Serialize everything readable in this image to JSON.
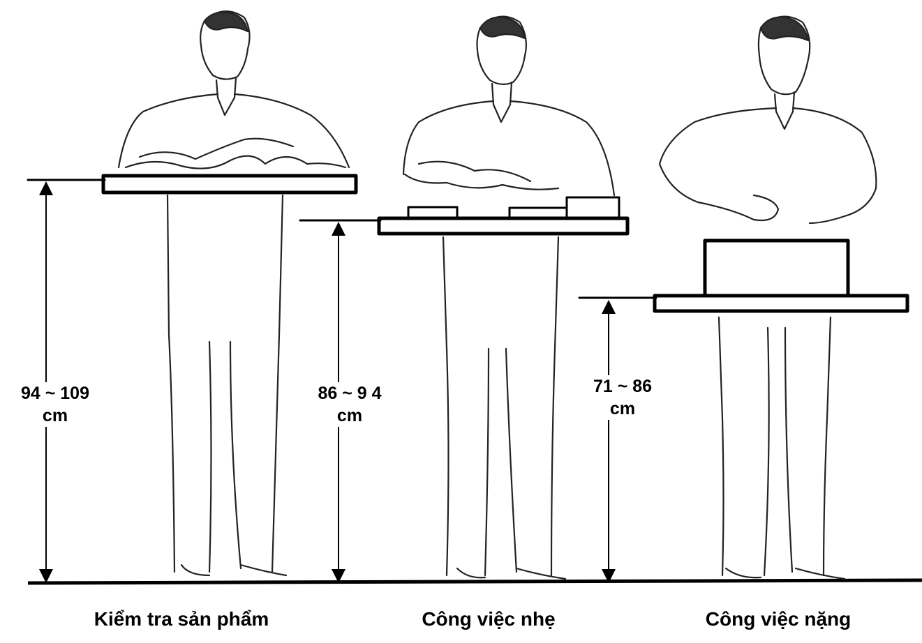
{
  "stations": [
    {
      "height_label_line1": "94 ~ 109",
      "height_label_line2": "cm",
      "caption": "Kiểm tra sản phẩm"
    },
    {
      "height_label_line1": "86 ~ 9 4",
      "height_label_line2": "cm",
      "caption": "Công việc nhẹ"
    },
    {
      "height_label_line1": "71 ~ 86",
      "height_label_line2": "cm",
      "caption": "Công việc nặng"
    }
  ],
  "colors": {
    "ink": "#000000",
    "shade": "#777777",
    "background": "#ffffff"
  }
}
